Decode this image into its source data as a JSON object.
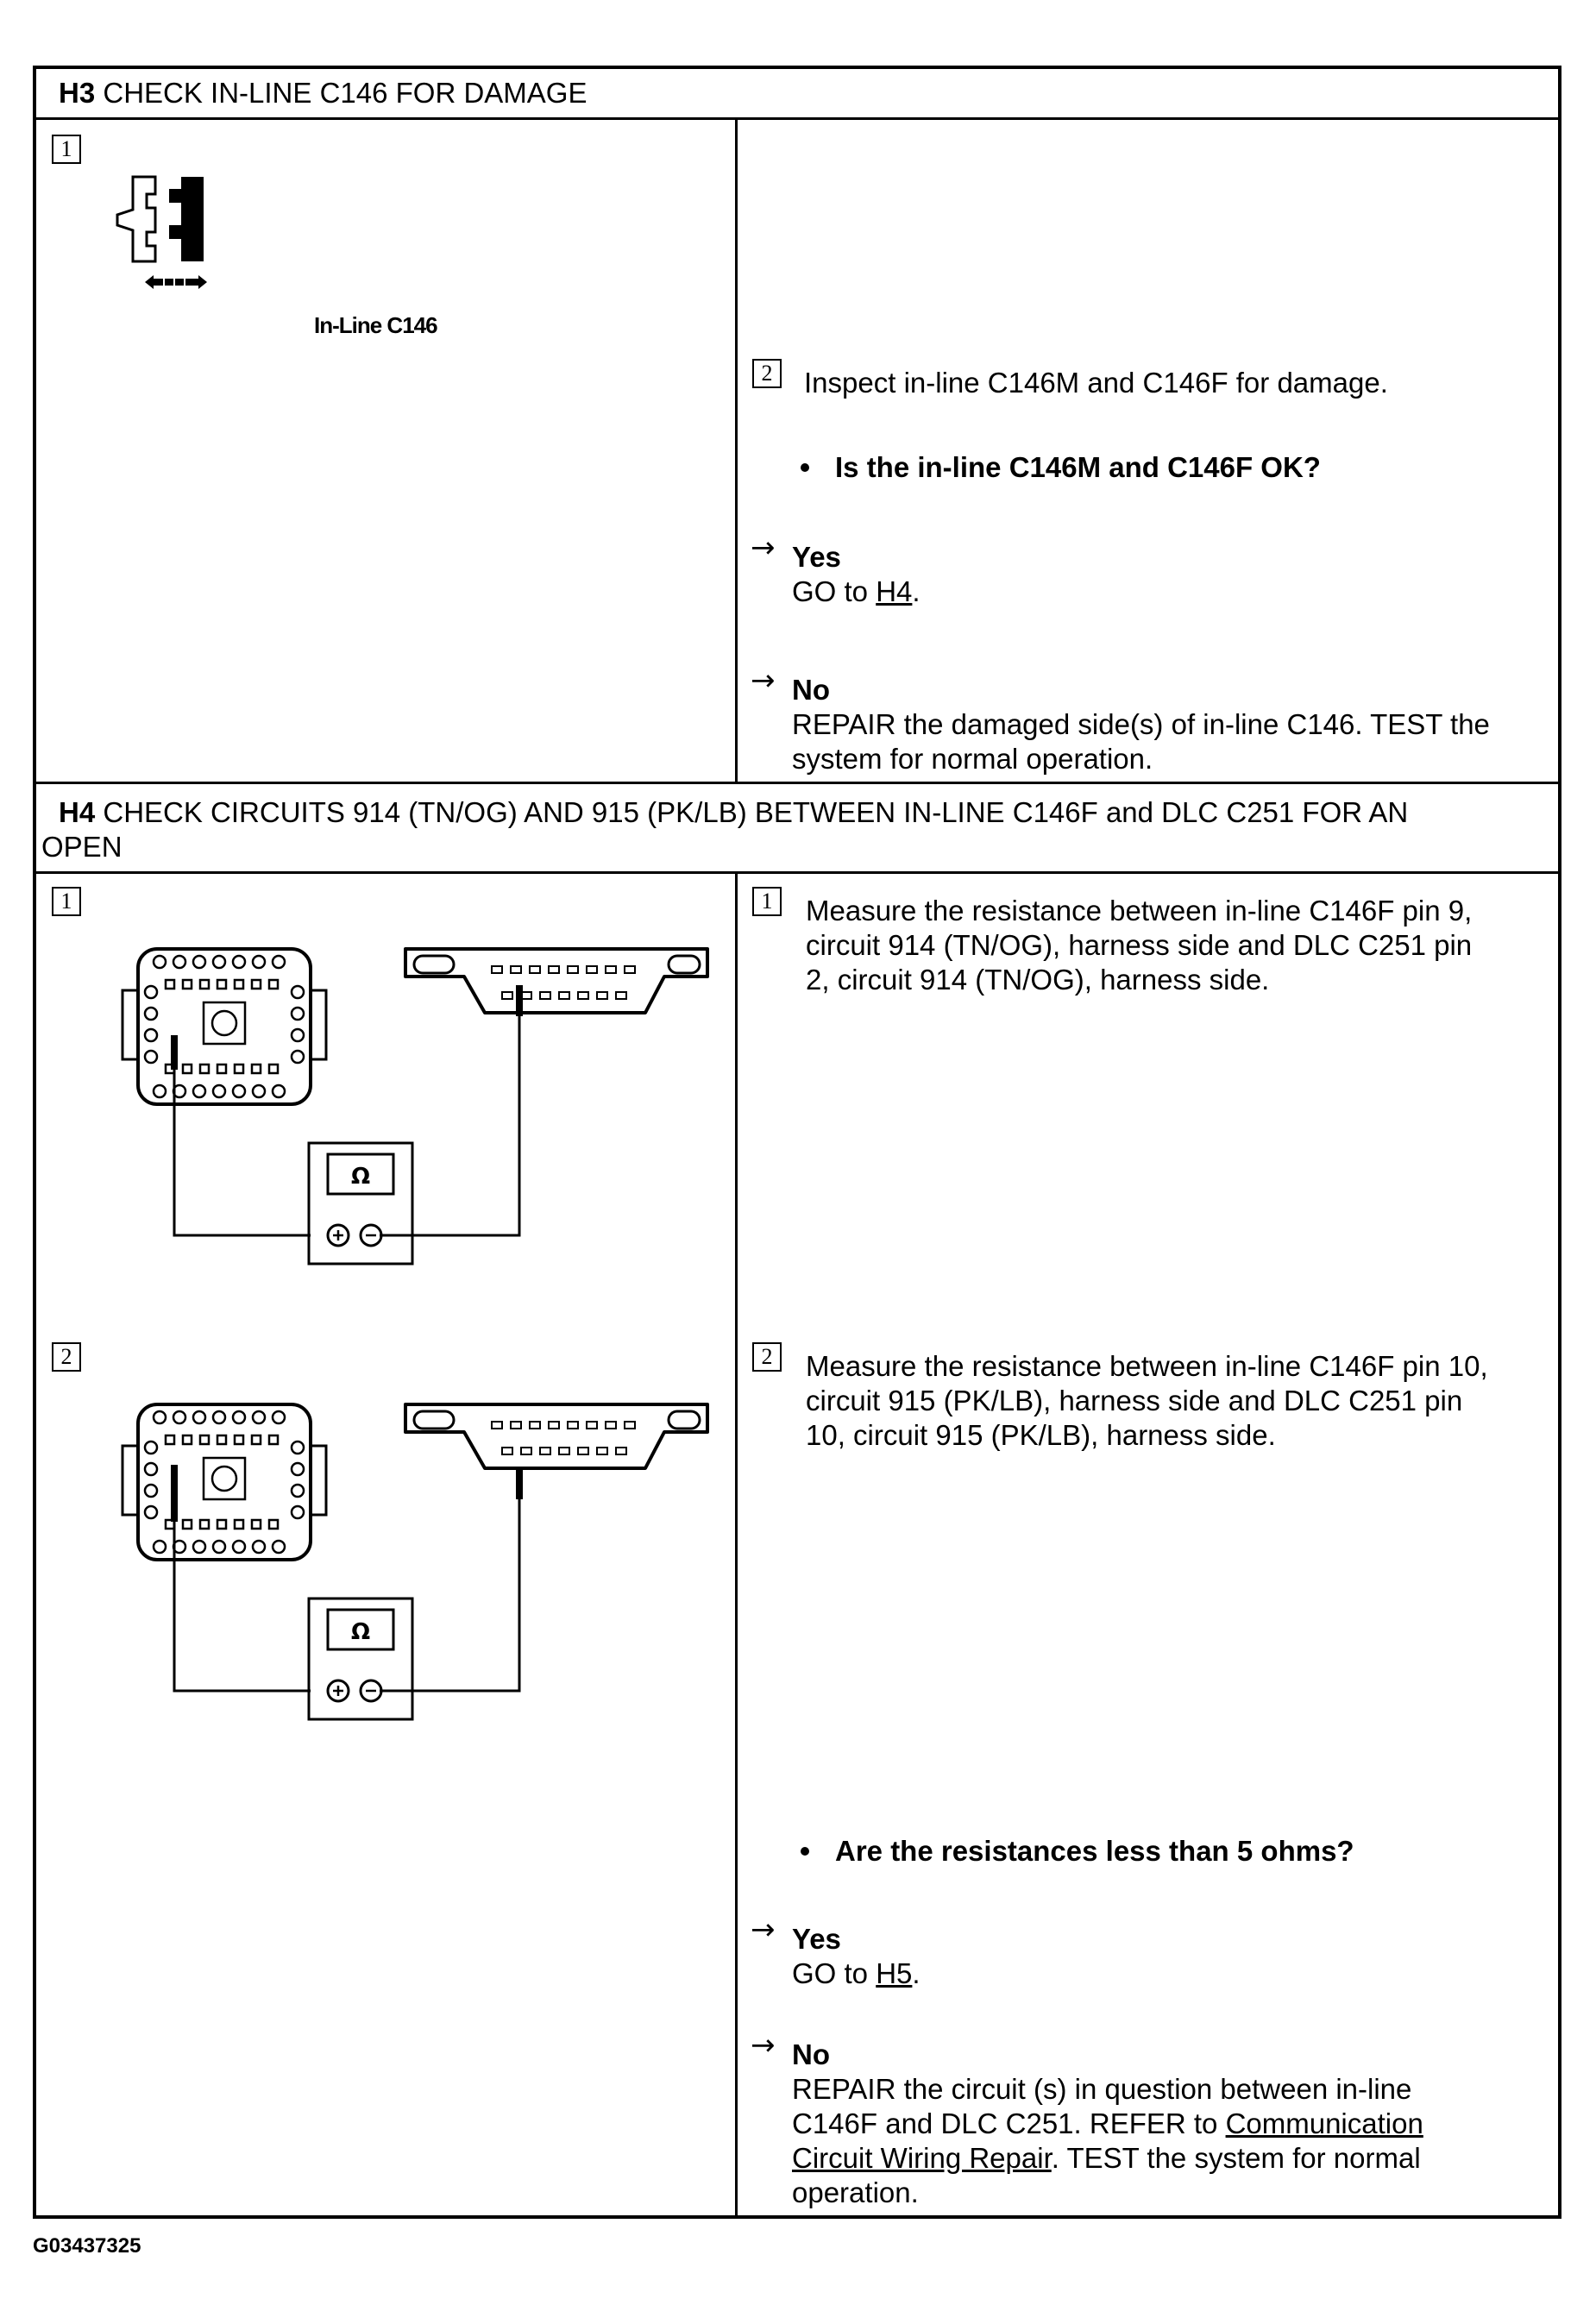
{
  "h3": {
    "step": "H3",
    "title": "CHECK IN-LINE C146 FOR DAMAGE",
    "figure_step": "1",
    "figure_caption": "In-Line C146",
    "instruction_step": "2",
    "instruction": "Inspect in-line C146M and C146F for damage.",
    "question": "Is the in-line C146M and C146F OK?",
    "yes_label": "Yes",
    "yes_action_prefix": "GO to",
    "yes_link": "H4",
    "no_label": "No",
    "no_line1": "REPAIR the damaged side(s) of in-line C146. TEST the",
    "no_line2": "system for normal operation."
  },
  "h4": {
    "step": "H4",
    "title_line1": "CHECK CIRCUITS 914 (TN/OG) AND 915 (PK/LB) BETWEEN IN-LINE C146F and DLC C251 FOR AN",
    "title_line2": "OPEN",
    "fig1_step": "1",
    "fig2_step": "2",
    "meter_symbol": "Ω",
    "instr1_step": "1",
    "instr1_line1": "Measure the resistance between in-line C146F pin 9,",
    "instr1_line2": "circuit 914 (TN/OG), harness side and DLC C251 pin",
    "instr1_line3": "2, circuit 914 (TN/OG), harness side.",
    "instr2_step": "2",
    "instr2_line1": "Measure the resistance between in-line C146F pin 10,",
    "instr2_line2": "circuit 915 (PK/LB), harness side and DLC C251 pin",
    "instr2_line3": "10, circuit 915 (PK/LB), harness side.",
    "question": "Are the resistances less than 5 ohms?",
    "yes_label": "Yes",
    "yes_action_prefix": "GO to",
    "yes_link": "H5",
    "no_label": "No",
    "no_line1": "REPAIR the circuit (s) in question between in-line",
    "no_line2_prefix": "C146F and DLC C251. REFER to",
    "no_link_part1": "Communication",
    "no_link_part2": "Circuit Wiring Repair",
    "no_line3_suffix": ". TEST the system for normal",
    "no_line4": "operation."
  },
  "footer": {
    "figure_id": "G03437325"
  }
}
